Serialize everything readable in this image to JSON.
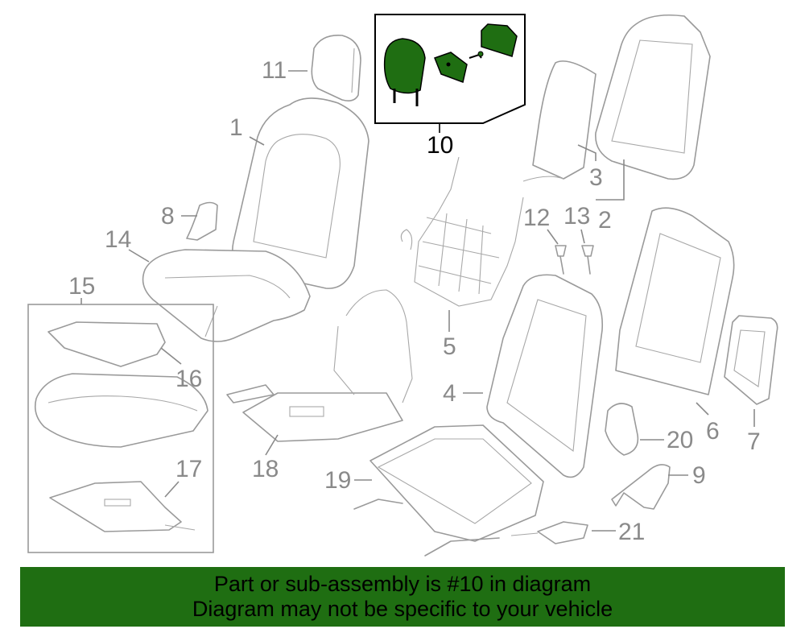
{
  "callouts": [
    "1",
    "2",
    "3",
    "4",
    "5",
    "6",
    "7",
    "8",
    "9",
    "10",
    "11",
    "12",
    "13",
    "14",
    "15",
    "16",
    "17",
    "18",
    "19",
    "20",
    "21"
  ],
  "highlight": {
    "part_number": "10",
    "color": "#1f6e12"
  },
  "banner": {
    "line1": "Part or sub-assembly is #10 in diagram",
    "line2": "Diagram may not be specific to your vehicle",
    "background": "#1f6e12"
  }
}
